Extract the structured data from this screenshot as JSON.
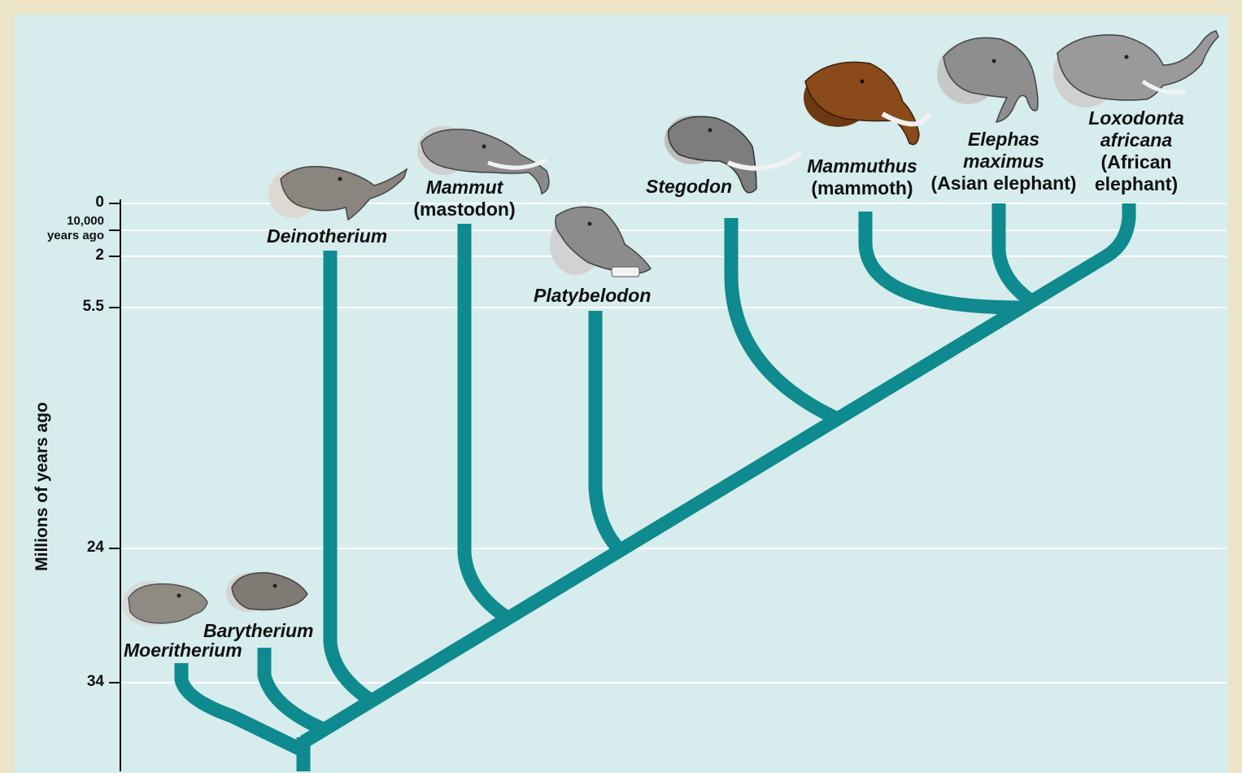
{
  "diagram": {
    "axis": {
      "label": "Millions of years ago",
      "ticks": [
        "0",
        "10,000",
        "years ago",
        "2",
        "5.5",
        "24",
        "34"
      ]
    },
    "taxa": [
      {
        "id": "moeritherium",
        "name": "Moeritherium",
        "common": ""
      },
      {
        "id": "barytherium",
        "name": "Barytherium",
        "common": ""
      },
      {
        "id": "deinotherium",
        "name": "Deinotherium",
        "common": ""
      },
      {
        "id": "mammut",
        "name": "Mammut",
        "common": "(mastodon)"
      },
      {
        "id": "platybelodon",
        "name": "Platybelodon",
        "common": ""
      },
      {
        "id": "stegodon",
        "name": "Stegodon",
        "common": ""
      },
      {
        "id": "mammuthus",
        "name": "Mammuthus",
        "common": "(mammoth)"
      },
      {
        "id": "elephas",
        "name1": "Elephas",
        "name2": "maximus",
        "common": "(Asian elephant)"
      },
      {
        "id": "loxodonta",
        "name1": "Loxodonta",
        "name2": "africana",
        "common1": "(African",
        "common2": "elephant)"
      }
    ],
    "colors": {
      "branch": "#0f8a8e",
      "background": "#d6eced",
      "frame": "#ece4c8",
      "gridline": "#ffffff",
      "mammoth_fur": "#8a4a1c",
      "head_gray": "#8f8f8f"
    }
  }
}
